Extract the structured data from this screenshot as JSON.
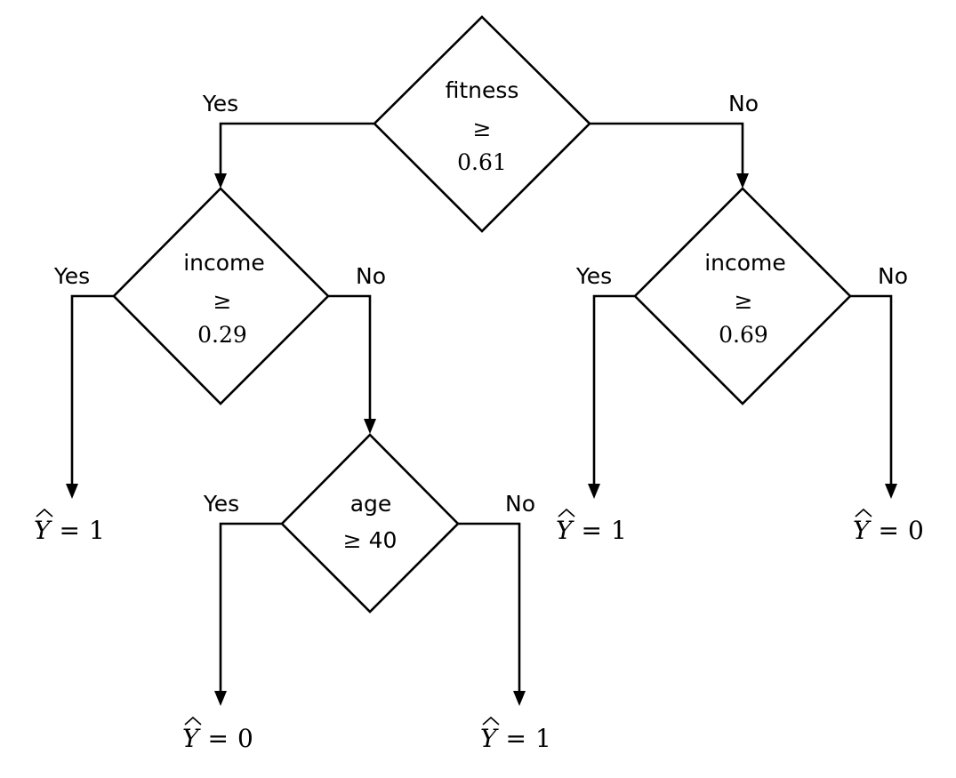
{
  "diagram": {
    "nodes": {
      "root": {
        "feature": "fitness",
        "op": "≥",
        "threshold": "0.61"
      },
      "left": {
        "feature": "income",
        "op": "≥",
        "threshold": "0.29"
      },
      "right": {
        "feature": "income",
        "op": "≥",
        "threshold": "0.69"
      },
      "mid": {
        "feature": "age",
        "op": "≥",
        "threshold": "40"
      }
    },
    "branches": {
      "root_yes": "Yes",
      "root_no": "No",
      "left_yes": "Yes",
      "left_no": "No",
      "right_yes": "Yes",
      "right_no": "No",
      "mid_yes": "Yes",
      "mid_no": "No"
    },
    "leaves": {
      "leaf1": {
        "symbol": "Y",
        "eq": "=",
        "value": "1"
      },
      "leaf2": {
        "symbol": "Y",
        "eq": "=",
        "value": "1"
      },
      "leaf3": {
        "symbol": "Y",
        "eq": "=",
        "value": "0"
      },
      "leaf4": {
        "symbol": "Y",
        "eq": "=",
        "value": "0"
      },
      "leaf5": {
        "symbol": "Y",
        "eq": "=",
        "value": "1"
      }
    }
  }
}
